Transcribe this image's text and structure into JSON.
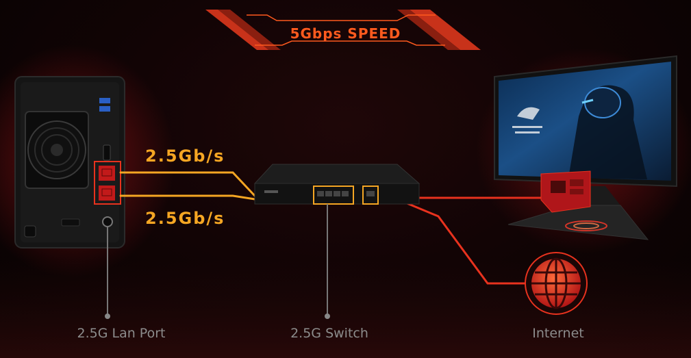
{
  "banner": {
    "text": "5Gbps SPEED"
  },
  "links": {
    "top_speed": "2.5Gb/s",
    "bottom_speed": "2.5Gb/s"
  },
  "captions": {
    "nas": "2.5G Lan Port",
    "switch": "2.5G Switch",
    "internet": "Internet"
  },
  "colors": {
    "accent_orange": "#f5a623",
    "accent_red": "#e8321e",
    "caption_gray": "#8c8c8c",
    "banner_orange": "#ff5a1e"
  },
  "icons": {
    "nas": "nas-device-icon",
    "switch": "network-switch-icon",
    "monitor": "monitor-icon",
    "internet": "globe-icon",
    "network_card": "network-card-icon"
  }
}
